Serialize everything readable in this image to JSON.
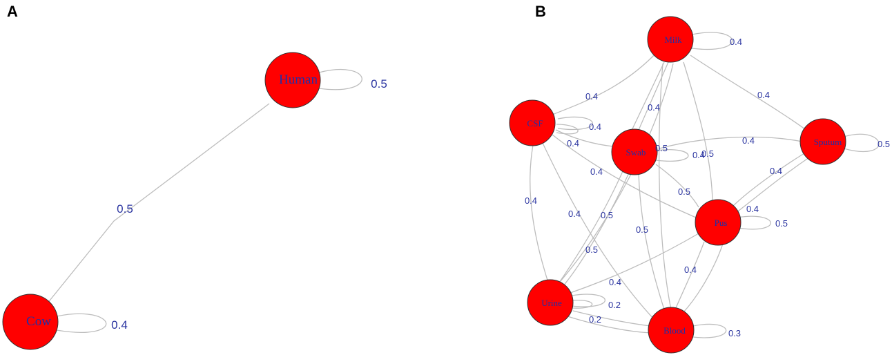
{
  "panels": {
    "a": {
      "label": "A",
      "nodes": [
        "Human",
        "Cow"
      ],
      "edges": [
        {
          "from": "Human",
          "to": "Cow",
          "weight": "0.5"
        },
        {
          "from": "Human",
          "to": "Human",
          "weight": "0.5"
        },
        {
          "from": "Cow",
          "to": "Cow",
          "weight": "0.4"
        }
      ]
    },
    "b": {
      "label": "B",
      "nodes": [
        "Milk",
        "CSF",
        "Swab",
        "Sputum",
        "Pus",
        "Urine",
        "Blood"
      ],
      "edges": [
        {
          "from": "Milk",
          "to": "Milk",
          "weight": "0.4"
        },
        {
          "from": "Milk",
          "to": "CSF",
          "weight": "0.4"
        },
        {
          "from": "Milk",
          "to": "Sputum",
          "weight": "0.4"
        },
        {
          "from": "Milk",
          "to": "Swab",
          "weight": "0.4"
        },
        {
          "from": "Milk",
          "to": "Pus",
          "weight": "0.5"
        },
        {
          "from": "Milk",
          "to": "Blood",
          "weight": "0.5"
        },
        {
          "from": "Milk",
          "to": "Urine",
          "weight": "0.5"
        },
        {
          "from": "CSF",
          "to": "CSF",
          "weight": "0.4"
        },
        {
          "from": "CSF",
          "to": "Swab",
          "weight": "0.4"
        },
        {
          "from": "CSF",
          "to": "Pus",
          "weight": "0.4"
        },
        {
          "from": "CSF",
          "to": "Urine",
          "weight": "0.4"
        },
        {
          "from": "CSF",
          "to": "Blood",
          "weight": "0.4"
        },
        {
          "from": "Swab",
          "to": "Swab",
          "weight": "0.4"
        },
        {
          "from": "Swab",
          "to": "Sputum",
          "weight": "0.4"
        },
        {
          "from": "Swab",
          "to": "Pus",
          "weight": "0.5"
        },
        {
          "from": "Swab",
          "to": "Urine",
          "weight": "0.5"
        },
        {
          "from": "Swab",
          "to": "Blood",
          "weight": "0.5"
        },
        {
          "from": "Sputum",
          "to": "Sputum",
          "weight": "0.5"
        },
        {
          "from": "Sputum",
          "to": "Pus",
          "weight": "0.4"
        },
        {
          "from": "Sputum",
          "to": "Urine",
          "weight": "0.4"
        },
        {
          "from": "Pus",
          "to": "Pus",
          "weight": "0.5"
        },
        {
          "from": "Pus",
          "to": "Urine",
          "weight": "0.4"
        },
        {
          "from": "Pus",
          "to": "Blood",
          "weight": "0.4"
        },
        {
          "from": "Urine",
          "to": "Urine",
          "weight": "0.2"
        },
        {
          "from": "Urine",
          "to": "Blood",
          "weight": "0.2"
        },
        {
          "from": "Blood",
          "to": "Blood",
          "weight": "0.3"
        }
      ]
    }
  },
  "colors": {
    "node_fill": "#ff0000",
    "edge": "#bdbdbd",
    "label": "#1f2fa8"
  }
}
